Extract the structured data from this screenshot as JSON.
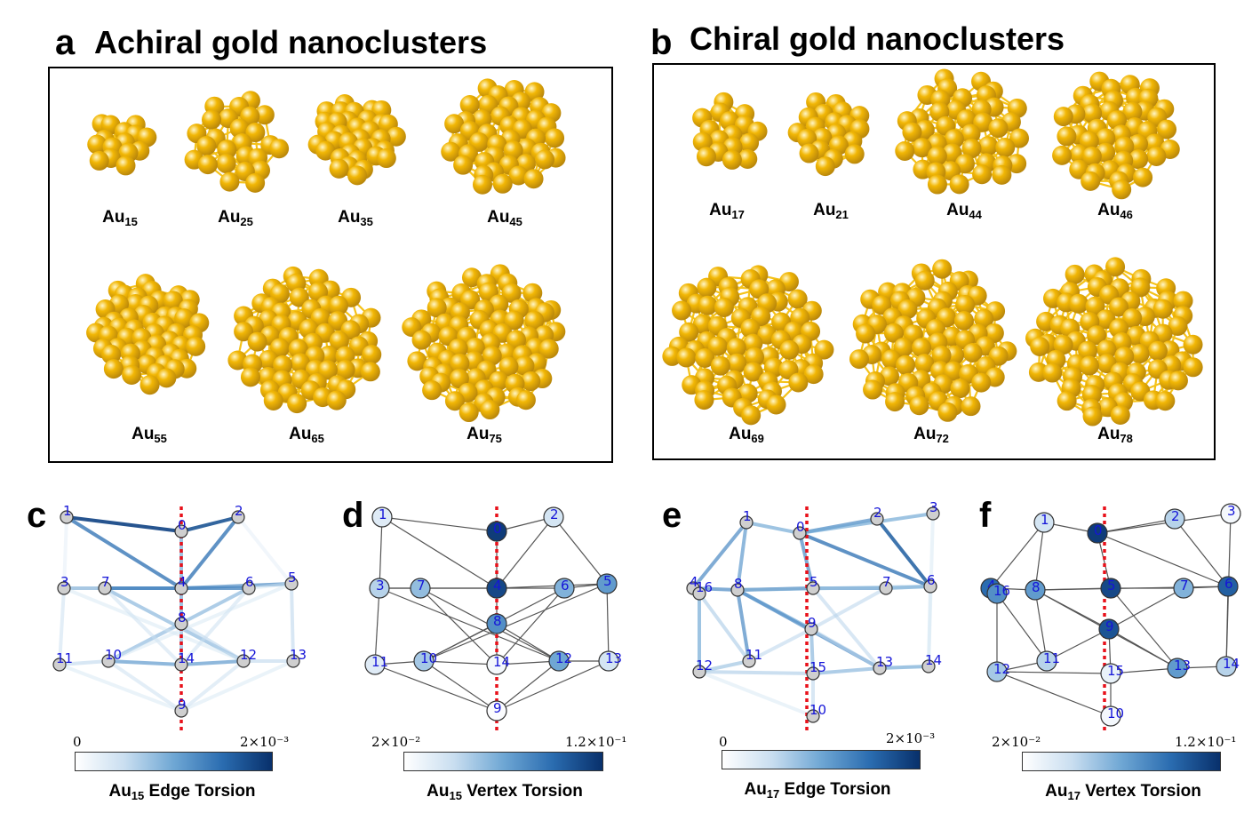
{
  "panel_a": {
    "letter": "a",
    "title": "Achiral gold nanoclusters",
    "clusters": [
      {
        "base": "Au",
        "sub": "15",
        "n": 15
      },
      {
        "base": "Au",
        "sub": "25",
        "n": 25
      },
      {
        "base": "Au",
        "sub": "35",
        "n": 35
      },
      {
        "base": "Au",
        "sub": "45",
        "n": 45
      },
      {
        "base": "Au",
        "sub": "55",
        "n": 55
      },
      {
        "base": "Au",
        "sub": "65",
        "n": 65
      },
      {
        "base": "Au",
        "sub": "75",
        "n": 75
      }
    ]
  },
  "panel_b": {
    "letter": "b",
    "title": "Chiral gold nanoclusters",
    "clusters": [
      {
        "base": "Au",
        "sub": "17",
        "n": 17
      },
      {
        "base": "Au",
        "sub": "21",
        "n": 21
      },
      {
        "base": "Au",
        "sub": "44",
        "n": 44
      },
      {
        "base": "Au",
        "sub": "46",
        "n": 46
      },
      {
        "base": "Au",
        "sub": "69",
        "n": 69
      },
      {
        "base": "Au",
        "sub": "72",
        "n": 72
      },
      {
        "base": "Au",
        "sub": "78",
        "n": 78
      }
    ]
  },
  "panel_c": {
    "letter": "c",
    "colorbar_min": "0",
    "colorbar_max": "2×10⁻³",
    "colorbar_title_base": "Au",
    "colorbar_title_sub": "15",
    "colorbar_title_rest": " Edge Torsion",
    "node_labels": [
      "1",
      "2",
      "0",
      "3",
      "7",
      "4",
      "6",
      "5",
      "8",
      "11",
      "10",
      "14",
      "12",
      "13",
      "9"
    ]
  },
  "panel_d": {
    "letter": "d",
    "colorbar_min": "2×10⁻²",
    "colorbar_max": "1.2×10⁻¹",
    "colorbar_title_base": "Au",
    "colorbar_title_sub": "15",
    "colorbar_title_rest": " Vertex Torsion",
    "node_labels": [
      "1",
      "2",
      "0",
      "3",
      "7",
      "4",
      "6",
      "5",
      "8",
      "11",
      "10",
      "14",
      "12",
      "13",
      "9"
    ]
  },
  "panel_e": {
    "letter": "e",
    "colorbar_min": "0",
    "colorbar_max": "2×10⁻³",
    "colorbar_title_base": "Au",
    "colorbar_title_sub": "17",
    "colorbar_title_rest": " Edge Torsion",
    "node_labels": [
      "1",
      "0",
      "2",
      "3",
      "4",
      "16",
      "8",
      "5",
      "7",
      "6",
      "9",
      "12",
      "11",
      "15",
      "13",
      "14",
      "10"
    ]
  },
  "panel_f": {
    "letter": "f",
    "colorbar_min": "2×10⁻²",
    "colorbar_max": "1.2×10⁻¹",
    "colorbar_title_base": "Au",
    "colorbar_title_sub": "17",
    "colorbar_title_rest": " Vertex Torsion",
    "node_labels": [
      "1",
      "0",
      "2",
      "3",
      "4",
      "16",
      "8",
      "5",
      "7",
      "6",
      "9",
      "12",
      "11",
      "15",
      "13",
      "14",
      "10"
    ]
  },
  "colors": {
    "gold": "#f2b705",
    "gold_bond": "#f4c21a",
    "axis_line": "#e8111a",
    "node_label": "#1515d8",
    "torsion_dark": "#08306b",
    "torsion_light": "#ffffff"
  }
}
